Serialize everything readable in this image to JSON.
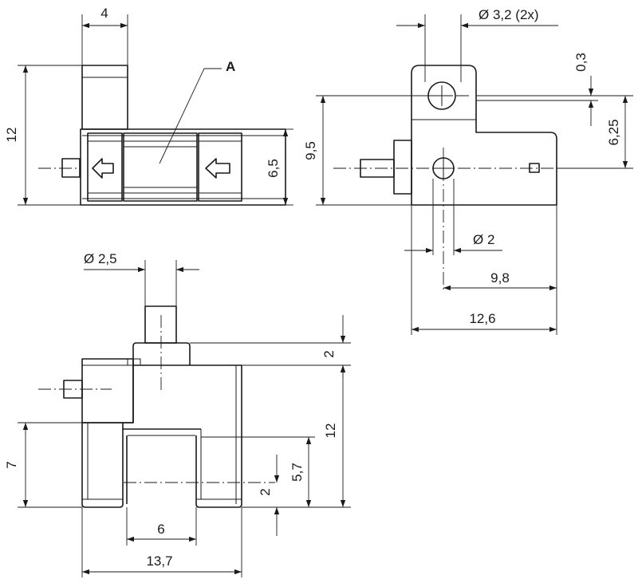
{
  "title": "",
  "callout": "A",
  "dimensions": {
    "front_width": "4",
    "front_height": "12",
    "front_body_height": "6,5",
    "side_hole_diameter": "Ø 3,2 (2x)",
    "side_offset": "0,3",
    "side_height": "9,5",
    "side_hole_spacing": "6,25",
    "side_pin_diameter": "Ø 2",
    "side_length_inner": "9,8",
    "side_length": "12,6",
    "bottom_pin_diameter": "Ø 2,5",
    "bottom_top_step": "2",
    "bottom_height": "12",
    "bottom_left_height": "7",
    "bottom_slot_depth": "5,7",
    "bottom_slot_offset": "2",
    "bottom_slot_width": "6",
    "bottom_width": "13,7"
  }
}
